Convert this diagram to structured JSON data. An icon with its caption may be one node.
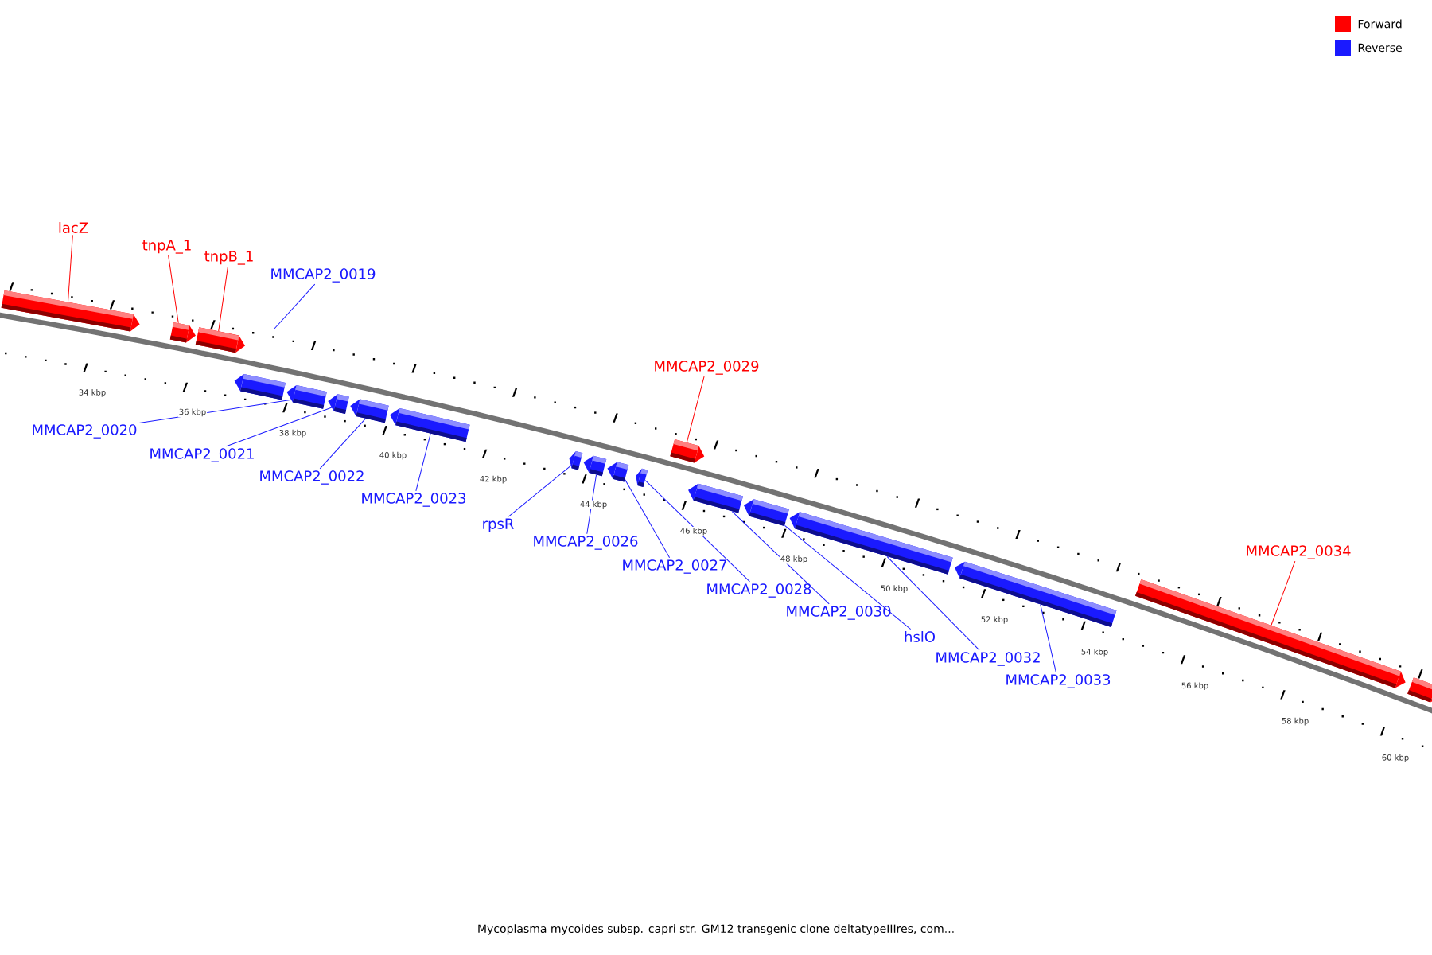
{
  "diagram": {
    "caption": "Mycoplasma mycoides subsp. capri str. GM12 transgenic clone deltatypeIIIres, com...",
    "nodes": [
      {
        "text": [
          "lacZ"
        ]
      },
      {
        "text": [
          "tnpA_1"
        ]
      },
      {
        "text": [
          "tnpB_1"
        ]
      },
      {
        "text": [
          "MMCAP2_0019"
        ]
      },
      {
        "text": [
          "MMCAP2_0029"
        ]
      },
      {
        "text": [
          "MMCAP2_0034"
        ]
      },
      {
        "text": [
          "MMCAP2_0020"
        ]
      },
      {
        "text": [
          "MMCAP2_0021"
        ]
      },
      {
        "text": [
          "MMCAP2_0022"
        ]
      },
      {
        "text": [
          "MMCAP2_0023"
        ]
      },
      {
        "text": [
          "rpsR"
        ]
      },
      {
        "text": [
          "MMCAP2_0026"
        ]
      },
      {
        "text": [
          "MMCAP2_0027"
        ]
      },
      {
        "text": [
          "MMCAP2_0028"
        ]
      },
      {
        "text": [
          "MMCAP2_0030"
        ]
      },
      {
        "text": [
          "hslO"
        ]
      },
      {
        "text": [
          "MMCAP2_0032"
        ]
      },
      {
        "text": [
          "MMCAP2_0033"
        ]
      },
      {
        "text": [],
        "shape": "bar"
      },
      {
        "text": [],
        "shape": "bar"
      },
      {
        "text": [],
        "shape": "bar"
      },
      {
        "text": [],
        "shape": "bar"
      },
      {
        "text": [],
        "shape": "bar"
      },
      {
        "text": [],
        "shape": "bar"
      },
      {
        "text": [],
        "shape": "bar"
      },
      {
        "text": [],
        "shape": "bar"
      },
      {
        "text": [],
        "shape": "bar"
      },
      {
        "text": [],
        "shape": "bar"
      },
      {
        "text": [],
        "shape": "bar"
      },
      {
        "text": [],
        "shape": "bar"
      },
      {
        "text": [],
        "shape": "bar"
      },
      {
        "text": [],
        "shape": "bar"
      },
      {
        "text": [],
        "shape": "bar"
      },
      {
        "text": [],
        "shape": "bar"
      },
      {
        "text": [],
        "shape": "bar"
      },
      {
        "text": [],
        "shape": "bar"
      },
      {
        "text": [],
        "shape": "bar"
      }
    ],
    "edges": [
      {
        "from": 0,
        "to": 18,
        "arrow": "none",
        "color": "#ff0000"
      },
      {
        "from": 1,
        "to": 19,
        "arrow": "none",
        "color": "#ff0000"
      },
      {
        "from": 2,
        "to": 20,
        "arrow": "none",
        "color": "#ff0000"
      },
      {
        "from": 3,
        "to": null,
        "arrow": "none"
      },
      {
        "from": 4,
        "to": 30,
        "arrow": "none",
        "color": "#ff0000"
      },
      {
        "from": 5,
        "to": 35,
        "arrow": "none",
        "color": "#ff0000"
      },
      {
        "from": 6,
        "to": 22,
        "arrow": "none"
      },
      {
        "from": 7,
        "to": 23,
        "arrow": "none"
      },
      {
        "from": 8,
        "to": 24,
        "arrow": "none"
      },
      {
        "from": 9,
        "to": 25,
        "arrow": "none"
      },
      {
        "from": 10,
        "to": 26,
        "arrow": "none"
      },
      {
        "from": 11,
        "to": 27,
        "arrow": "none"
      },
      {
        "from": 12,
        "to": 28,
        "arrow": "none"
      },
      {
        "from": 13,
        "to": 29,
        "arrow": "none"
      },
      {
        "from": 14,
        "to": 31,
        "arrow": "none"
      },
      {
        "from": 15,
        "to": 32,
        "arrow": "none"
      },
      {
        "from": 16,
        "to": 33,
        "arrow": "none"
      },
      {
        "from": 17,
        "to": 34,
        "arrow": "none"
      }
    ],
    "labels": [
      "34 kbp",
      "36 kbp",
      "38 kbp",
      "40 kbp",
      "42 kbp",
      "44 kbp",
      "46 kbp",
      "48 kbp",
      "50 kbp",
      "52 kbp",
      "54 kbp",
      "56 kbp",
      "58 kbp",
      "60 kbp"
    ],
    "legend": [
      {
        "text": "Forward",
        "color": "#ff0000"
      },
      {
        "text": "Reverse",
        "color": "#1a1aff"
      }
    ]
  }
}
